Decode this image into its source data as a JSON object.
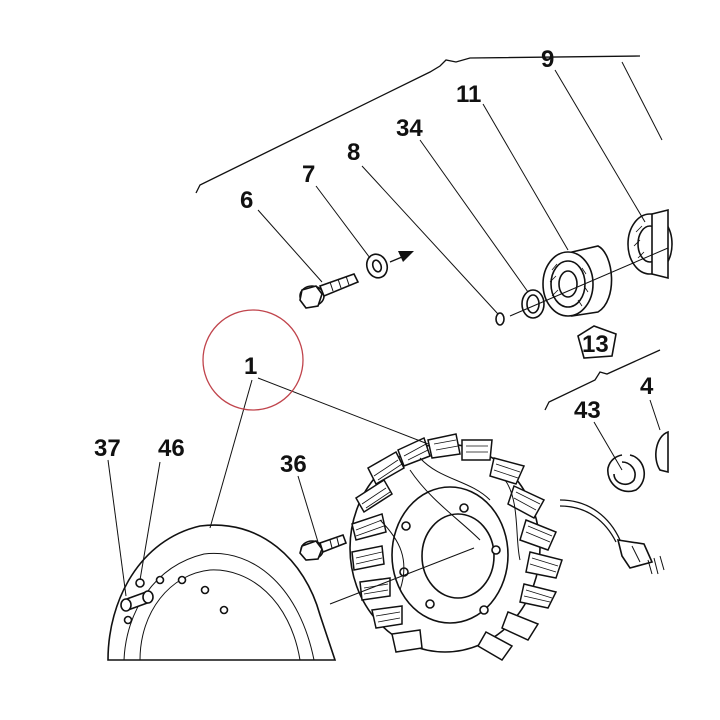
{
  "callouts": {
    "c9": "9",
    "c11": "11",
    "c34": "34",
    "c8": "8",
    "c7": "7",
    "c6": "6",
    "c13": "13",
    "c4": "4",
    "c43": "43",
    "c1": "1",
    "c37": "37",
    "c46": "46",
    "c36": "36"
  },
  "colors": {
    "ink": "#111111",
    "highlight_circle": "#c0444c",
    "background": "#ffffff"
  }
}
